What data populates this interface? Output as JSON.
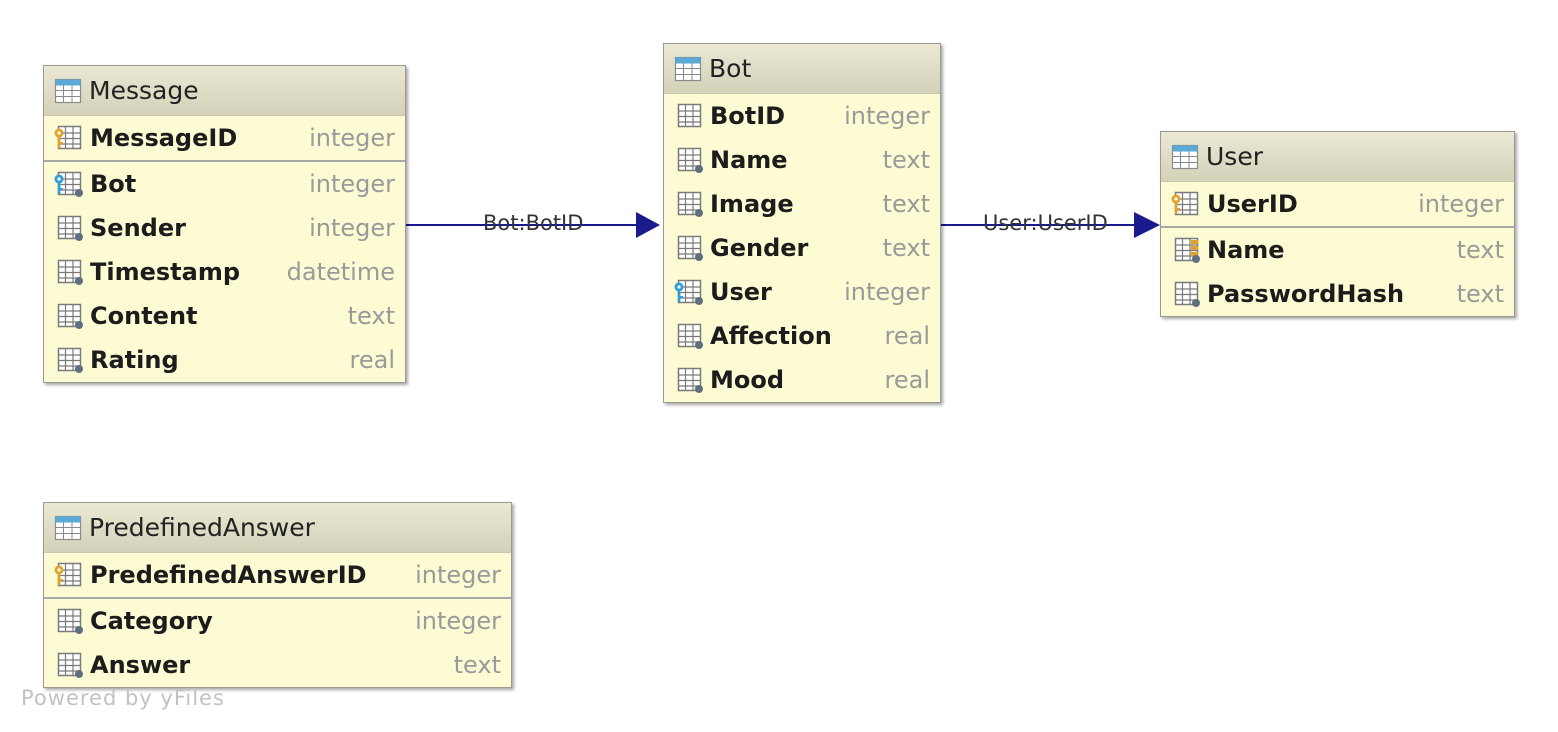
{
  "tables": [
    {
      "id": "message",
      "name": "Message",
      "columns": [
        {
          "name": "MessageID",
          "type": "integer",
          "icon": "primary-key-column-icon",
          "pk": true
        },
        {
          "name": "Bot",
          "type": "integer",
          "icon": "foreign-key-column-icon"
        },
        {
          "name": "Sender",
          "type": "integer",
          "icon": "column-icon"
        },
        {
          "name": "Timestamp",
          "type": "datetime",
          "icon": "column-icon"
        },
        {
          "name": "Content",
          "type": "text",
          "icon": "column-icon"
        },
        {
          "name": "Rating",
          "type": "real",
          "icon": "column-icon"
        }
      ]
    },
    {
      "id": "bot",
      "name": "Bot",
      "columns": [
        {
          "name": "BotID",
          "type": "integer",
          "icon": "plain-table-column-icon"
        },
        {
          "name": "Name",
          "type": "text",
          "icon": "column-icon"
        },
        {
          "name": "Image",
          "type": "text",
          "icon": "column-icon"
        },
        {
          "name": "Gender",
          "type": "text",
          "icon": "column-icon"
        },
        {
          "name": "User",
          "type": "integer",
          "icon": "foreign-key-column-icon"
        },
        {
          "name": "Affection",
          "type": "real",
          "icon": "column-icon"
        },
        {
          "name": "Mood",
          "type": "real",
          "icon": "column-icon"
        }
      ]
    },
    {
      "id": "user",
      "name": "User",
      "columns": [
        {
          "name": "UserID",
          "type": "integer",
          "icon": "primary-key-column-icon",
          "pk": true
        },
        {
          "name": "Name",
          "type": "text",
          "icon": "index-column-icon"
        },
        {
          "name": "PasswordHash",
          "type": "text",
          "icon": "column-icon"
        }
      ]
    },
    {
      "id": "predefined",
      "name": "PredefinedAnswer",
      "columns": [
        {
          "name": "PredefinedAnswerID",
          "type": "integer",
          "icon": "primary-key-column-icon",
          "pk": true
        },
        {
          "name": "Category",
          "type": "integer",
          "icon": "column-icon"
        },
        {
          "name": "Answer",
          "type": "text",
          "icon": "column-icon"
        }
      ]
    }
  ],
  "relations": [
    {
      "from": "Message.Bot",
      "to": "Bot",
      "label": "Bot:BotID"
    },
    {
      "from": "Bot.User",
      "to": "User",
      "label": "User:UserID"
    }
  ],
  "footer": "Powered by yFiles",
  "colors": {
    "table_body": "#fdfbd3",
    "edge": "#1a1a8c",
    "key_gold": "#e0a32a",
    "key_blue": "#2e9fd6"
  }
}
